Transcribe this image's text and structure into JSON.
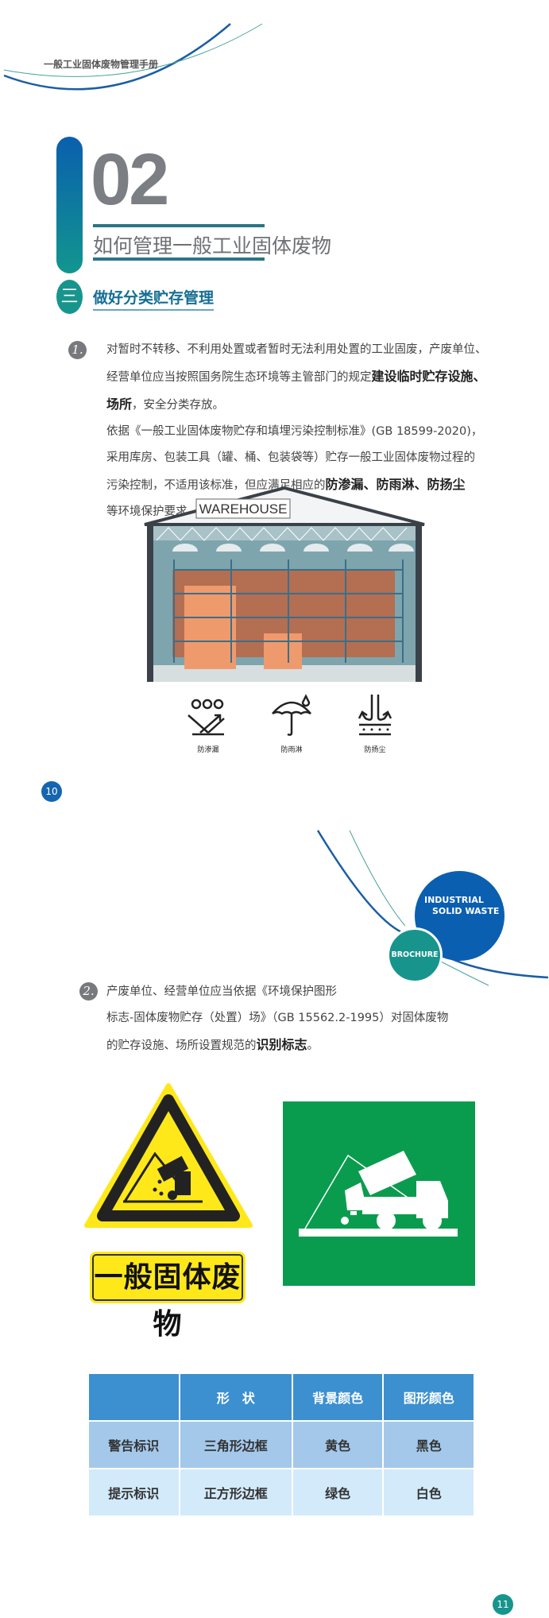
{
  "header": {
    "title": "一般工业固体废物管理手册"
  },
  "chapter": {
    "number": "02",
    "title": "如何管理一般工业固体废物"
  },
  "section": {
    "badge": "三",
    "title": "做好分类贮存管理"
  },
  "item1": {
    "num": "1.",
    "lines": [
      {
        "t": "对暂时不转移、不利用处置或者暂时无法利用处置的工业固废，产废单位、"
      },
      {
        "t": "经营单位应当按照国务院生态环境等主管部门的规定",
        "b": "建设临时贮存设施、"
      },
      {
        "b0": "场所",
        "t": "，安全分类存放。"
      },
      {
        "t": "依据《一般工业固体废物贮存和填埋污染控制标准》(GB 18599-2020)，"
      },
      {
        "t": "采用库房、包装工具（罐、桶、包装袋等）贮存一般工业固体废物过程的"
      },
      {
        "t": "污染控制，不适用该标准，但应满足相应的",
        "b": "防渗漏、防雨淋、防扬尘"
      },
      {
        "t": "等环境保护要求。"
      }
    ]
  },
  "warehouse": {
    "sign": "WAREHOUSE",
    "icons": [
      {
        "icon": "seepage-icon",
        "label": "防渗漏"
      },
      {
        "icon": "umbrella-icon",
        "label": "防雨淋"
      },
      {
        "icon": "dust-icon",
        "label": "防扬尘"
      }
    ]
  },
  "page_left": "10",
  "brochure": {
    "line1": "INDUSTRIAL",
    "line2": "SOLID WASTE",
    "small": "BROCHURE"
  },
  "item2": {
    "num": "2.",
    "l1": "产废单位、经营单位应当依据《环境保护图形",
    "l2": "标志-固体废物贮存（处置）场》（GB 15562.2-1995）对固体废物",
    "l3": "的贮存设施、场所设置规范的",
    "l3b": "识别标志",
    "l3e": "。"
  },
  "signs": {
    "warning_label": "一般固体废物"
  },
  "table": {
    "header": [
      "",
      "形　状",
      "背景颜色",
      "图形颜色"
    ],
    "rows": [
      [
        "警告标识",
        "三角形边框",
        "黄色",
        "黑色"
      ],
      [
        "提示标识",
        "正方形边框",
        "绿色",
        "白色"
      ]
    ]
  },
  "colors": {
    "blue": "#0b5fb1",
    "teal": "#17958d",
    "yellow": "#ffe81a",
    "green": "#0a9c4e"
  },
  "page_right": "11"
}
